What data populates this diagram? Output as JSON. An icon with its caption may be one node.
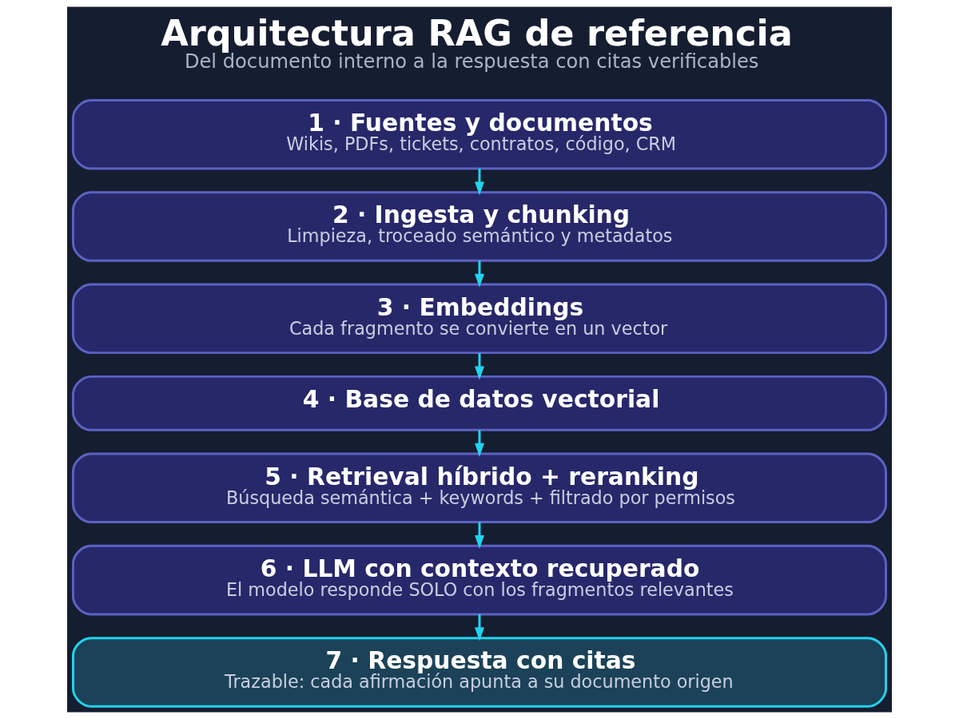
{
  "diagram": {
    "title": "Arquitectura RAG de referencia",
    "caption": "Del documento interno a la respuesta con citas verificables",
    "nodes": [
      {
        "text": [
          "1 · Fuentes y documentos",
          "Wikis, PDFs, tickets, contratos, código, CRM"
        ]
      },
      {
        "text": [
          "2 · Ingesta y chunking",
          "Limpieza, troceado semántico y metadatos"
        ]
      },
      {
        "text": [
          "3 · Embeddings",
          "Cada fragmento se convierte en un vector"
        ]
      },
      {
        "text": [
          "4 · Base de datos vectorial"
        ]
      },
      {
        "text": [
          "5 · Retrieval híbrido + reranking",
          "Búsqueda semántica + keywords + filtrado por permisos"
        ]
      },
      {
        "text": [
          "6 · LLM con contexto recuperado",
          "El modelo responde SOLO con los fragmentos relevantes"
        ]
      },
      {
        "text": [
          "7 · Respuesta con citas",
          "Trazable: cada afirmación apunta a su documento origen"
        ]
      }
    ],
    "edges": [
      {
        "from": 0,
        "to": 1,
        "arrow": "to"
      },
      {
        "from": 1,
        "to": 2,
        "arrow": "to"
      },
      {
        "from": 2,
        "to": 3,
        "arrow": "to"
      },
      {
        "from": 3,
        "to": 4,
        "arrow": "to"
      },
      {
        "from": 4,
        "to": 5,
        "arrow": "to"
      },
      {
        "from": 5,
        "to": 6,
        "arrow": "to"
      }
    ]
  }
}
